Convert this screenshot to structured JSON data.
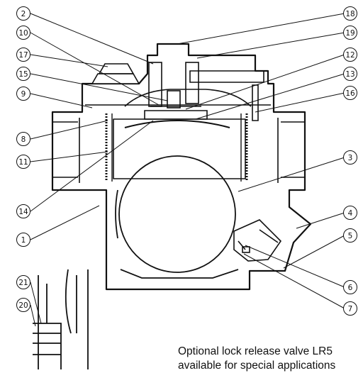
{
  "callouts": {
    "c1": "1",
    "c2": "2",
    "c3": "3",
    "c4": "4",
    "c5": "5",
    "c6": "6",
    "c7": "7",
    "c8": "8",
    "c9": "9",
    "c10": "10",
    "c11": "11",
    "c12": "12",
    "c13": "13",
    "c14": "14",
    "c15": "15",
    "c16": "16",
    "c17": "17",
    "c18": "18",
    "c19": "19",
    "c20": "20",
    "c21": "21"
  },
  "caption": {
    "line1": "Optional lock release valve LR5",
    "line2": "available for special applications"
  }
}
